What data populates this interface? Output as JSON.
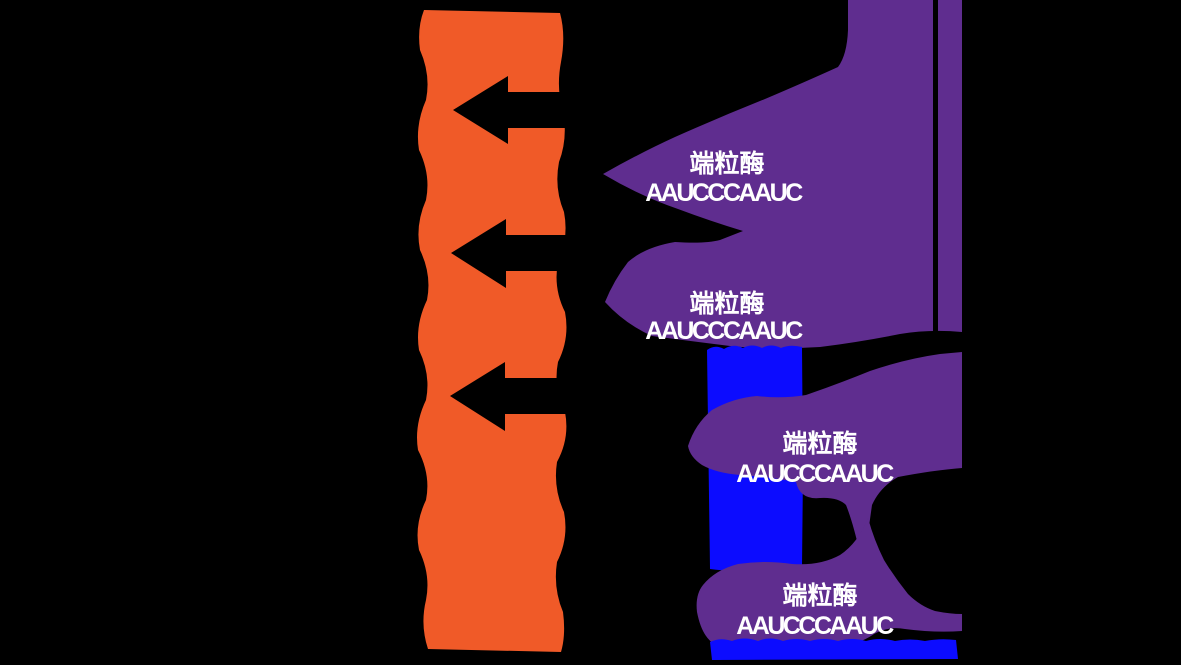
{
  "figure": {
    "colors": {
      "background": "#000000",
      "chromosome": "#F05A28",
      "telomerase": "#5F2D8F",
      "new_dna": "#0C0CFF",
      "arrow": "#000000",
      "label_text": "#FFFFFF"
    },
    "units": [
      {
        "enzyme_label": "端粒酶",
        "rna_template": "AAUCCCAAUC"
      },
      {
        "enzyme_label": "端粒酶",
        "rna_template": "AAUCCCAAUC"
      },
      {
        "enzyme_label": "端粒酶",
        "rna_template": "AAUCCCAAUC"
      },
      {
        "enzyme_label": "端粒酶",
        "rna_template": "AAUCCCAAUC"
      }
    ]
  }
}
